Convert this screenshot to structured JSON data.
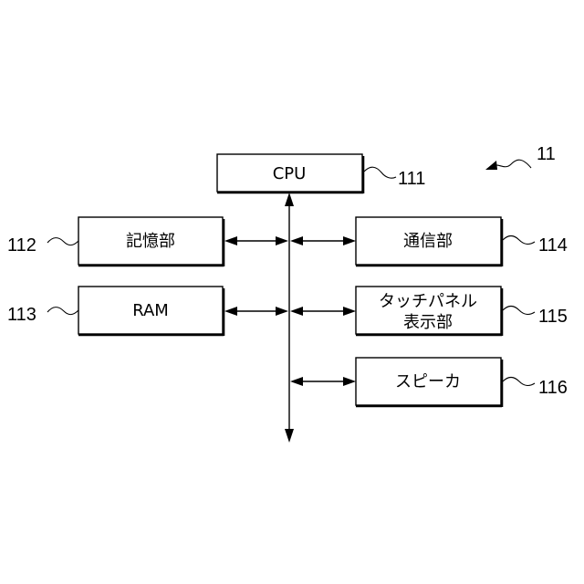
{
  "figure": {
    "reference": "11"
  },
  "blocks": [
    {
      "id": "cpu",
      "lines": [
        "CPU"
      ],
      "ref": "111"
    },
    {
      "id": "storage",
      "lines": [
        "記憶部"
      ],
      "ref": "112"
    },
    {
      "id": "ram",
      "lines": [
        "RAM"
      ],
      "ref": "113"
    },
    {
      "id": "comm",
      "lines": [
        "通信部"
      ],
      "ref": "114"
    },
    {
      "id": "touch-panel",
      "lines": [
        "タッチパネル",
        "表示部"
      ],
      "ref": "115"
    },
    {
      "id": "speaker",
      "lines": [
        "スピーカ"
      ],
      "ref": "116"
    }
  ],
  "connections": [
    {
      "from": "bus",
      "to": "storage",
      "direction": "bidirectional"
    },
    {
      "from": "bus",
      "to": "ram",
      "direction": "bidirectional"
    },
    {
      "from": "bus",
      "to": "comm",
      "direction": "bidirectional"
    },
    {
      "from": "bus",
      "to": "touch-panel",
      "direction": "bidirectional"
    },
    {
      "from": "bus",
      "to": "speaker",
      "direction": "bidirectional"
    },
    {
      "from": "bus",
      "to": "cpu",
      "direction": "bidirectional"
    }
  ],
  "colors": {
    "stroke": "#000000",
    "background": "#ffffff"
  }
}
